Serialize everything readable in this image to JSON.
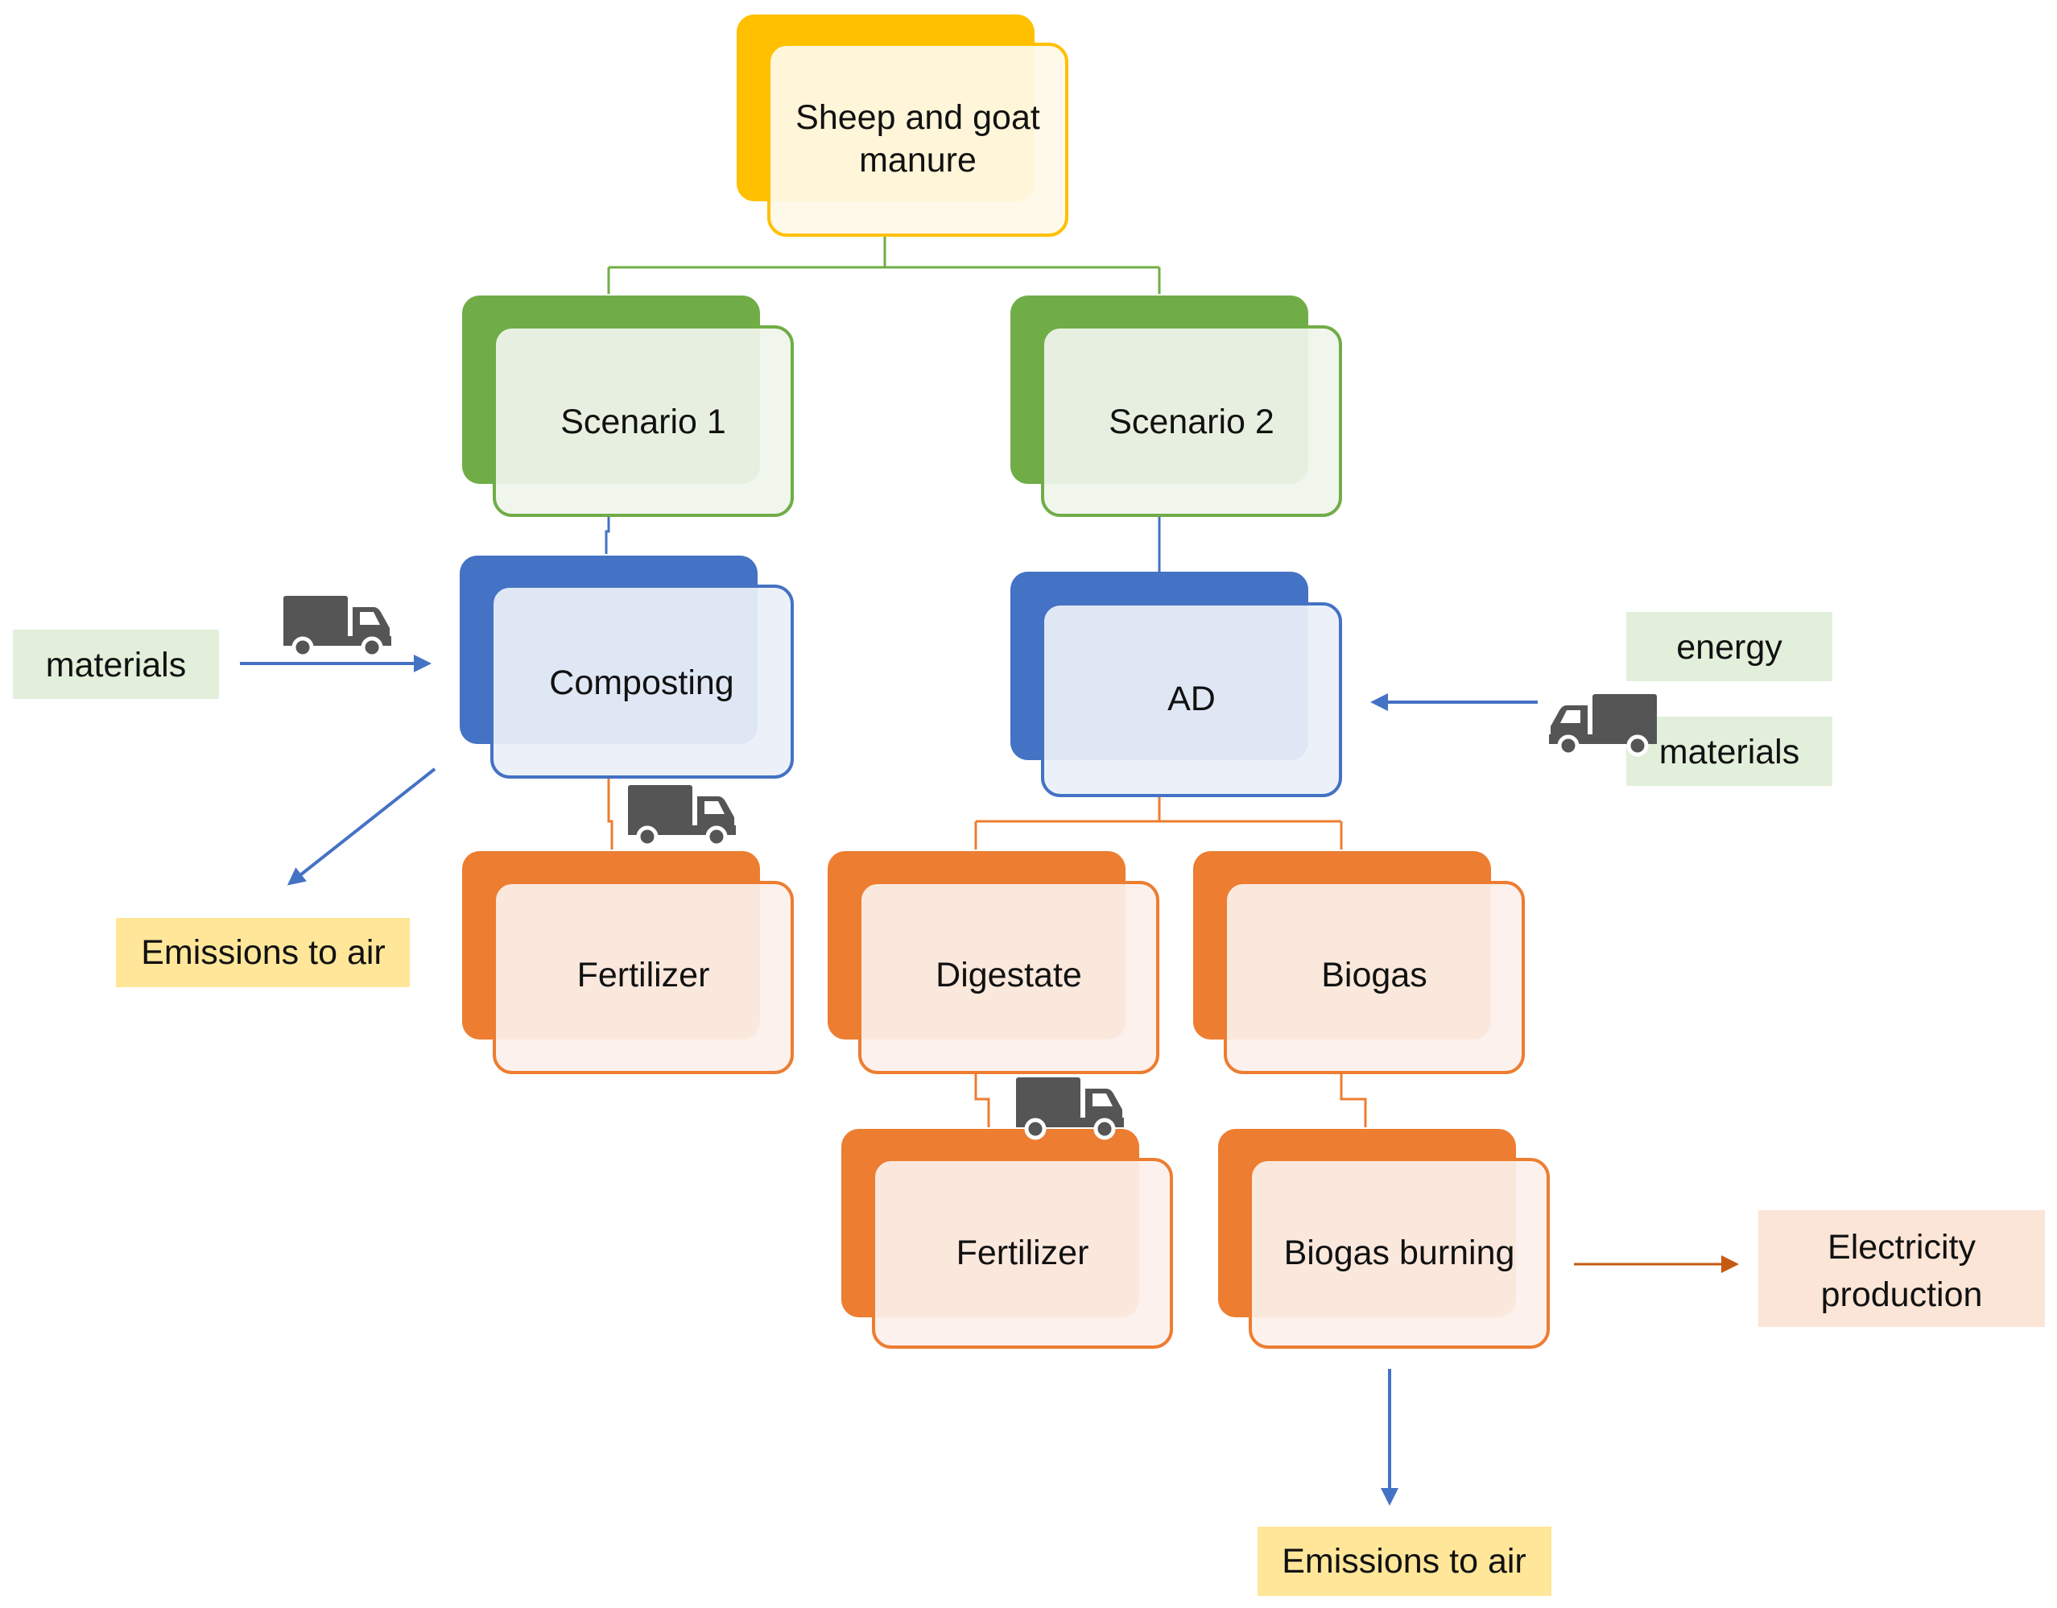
{
  "colors": {
    "yellow": "#FFC000",
    "yellow_fill": "#FFF9E8",
    "yellow_label": "#FFE699",
    "green": "#70AD47",
    "green_fill": "#F0F5EC",
    "green_label": "#E2EFDA",
    "blue": "#4472C4",
    "blue_fill": "#EBF0F9",
    "orange": "#ED7D31",
    "orange_fill": "#FCF0EB",
    "orange_label": "#FBE5D6",
    "truck": "#555555"
  },
  "nodes": {
    "manure": {
      "line1": "Sheep and goat",
      "line2": "manure"
    },
    "scenario1": "Scenario 1",
    "scenario2": "Scenario 2",
    "composting": "Composting",
    "ad": "AD",
    "fertilizer1": "Fertilizer",
    "digestate": "Digestate",
    "biogas": "Biogas",
    "fertilizer2": "Fertilizer",
    "biogas_burning": "Biogas burning"
  },
  "labels": {
    "materials_left": "materials",
    "energy": "energy",
    "materials_right": "materials",
    "emissions_left": "Emissions to air",
    "emissions_bottom": "Emissions to air",
    "electricity": {
      "line1": "Electricity",
      "line2": "production"
    }
  },
  "icons": [
    "truck-icon"
  ]
}
